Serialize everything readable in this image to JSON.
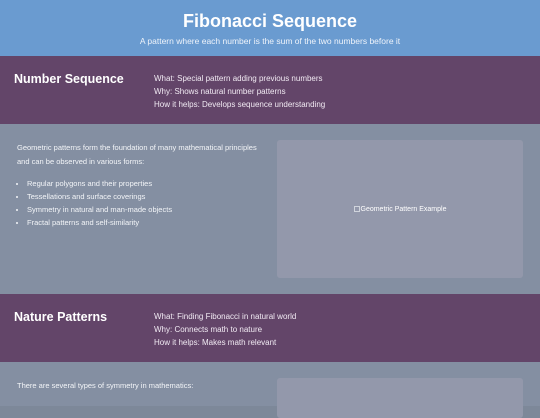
{
  "header": {
    "title": "Fibonacci Sequence",
    "subtitle": "A pattern where each number is the sum of the two numbers before it"
  },
  "sections": [
    {
      "title": "Number Sequence",
      "what": "What: Special pattern adding previous numbers",
      "why": "Why: Shows natural number patterns",
      "how": "How it helps: Develops sequence understanding",
      "content": {
        "intro": "Geometric patterns form the foundation of many mathematical principles and can be observed in various forms:",
        "items": [
          "Regular polygons and their properties",
          "Tessellations and surface coverings",
          "Symmetry in natural and man-made objects",
          "Fractal patterns and self-similarity"
        ],
        "image_alt": "Geometric Pattern Example"
      }
    },
    {
      "title": "Nature Patterns",
      "what": "What: Finding Fibonacci in natural world",
      "why": "Why: Connects math to nature",
      "how": "How it helps: Makes math relevant",
      "content": {
        "intro": "There are several types of symmetry in mathematics:"
      }
    }
  ],
  "colors": {
    "header": "#6a9bd0",
    "topic_band": "#634569",
    "content_bg": "#848fa2",
    "image_box": "#9398ab"
  },
  "icons": {
    "broken_image": "broken-image-icon"
  }
}
